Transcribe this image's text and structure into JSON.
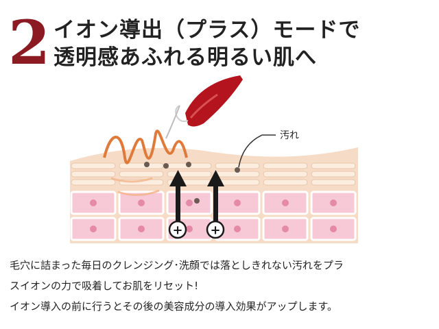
{
  "heading": {
    "number": "2",
    "line1": "イオン導出（プラス）モードで",
    "line2": "透明感あふれる明るい肌へ"
  },
  "illustration": {
    "dirt_label": "汚れ",
    "plus_symbol": "+",
    "colors": {
      "device": "#b4141e",
      "wave": "#e07a3a",
      "skin_band": "#f6dcc6",
      "cell": "#f7c9d6",
      "cell_border": "#ffffff",
      "dirt": "#6b5a52"
    }
  },
  "description": {
    "line1": "毛穴に詰まった毎日のクレンジング･洗顔では落としきれない汚れをプラ",
    "line2": "スイオンの力で吸着してお肌をリセット!",
    "line3": "イオン導入の前に行うとその後の美容成分の導入効果がアップします。"
  }
}
